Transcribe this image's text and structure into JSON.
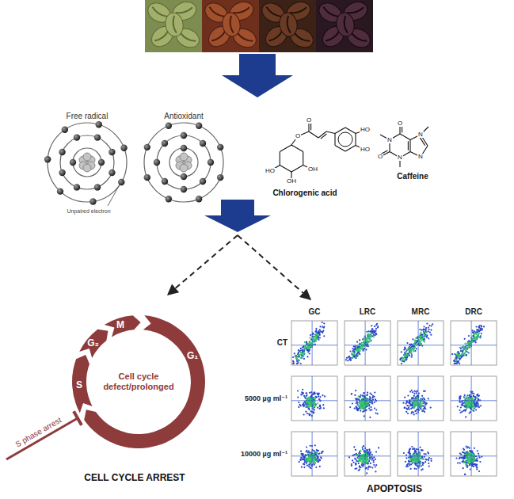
{
  "diagram": {
    "nodes": [
      {
        "text": [
          "Cell cycle defect/prolonged"
        ]
      }
    ],
    "labels": [
      "Free radical",
      "Antioxidant",
      "Unpaired electron",
      "O",
      "O",
      "HO",
      "HO",
      "HO",
      "OH",
      "OH",
      "Chlorogenic acid",
      "O",
      "N",
      "O",
      "N",
      "N",
      "N",
      "Caffeine",
      "M",
      "G₂",
      "G₁",
      "S",
      "S phase arrest",
      "CELL CYCLE ARREST",
      "GC",
      "LRC",
      "MRC",
      "DRC",
      "CT",
      "5000 µg ml⁻¹",
      "10000 µg ml⁻¹",
      "APOPTOSIS"
    ]
  }
}
